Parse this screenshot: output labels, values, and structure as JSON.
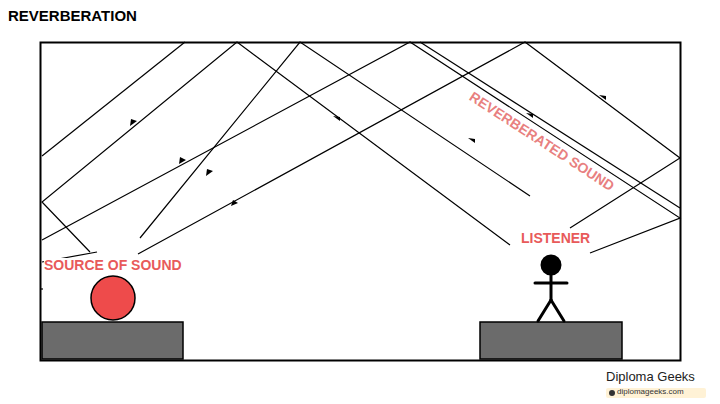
{
  "diagram": {
    "title": "REVERBERATION",
    "labels": [
      "SOURCE OF SOUND",
      "LISTENER",
      "REVERBERATED SOUND",
      "Diploma Geeks",
      "diplomageeks.com"
    ]
  }
}
